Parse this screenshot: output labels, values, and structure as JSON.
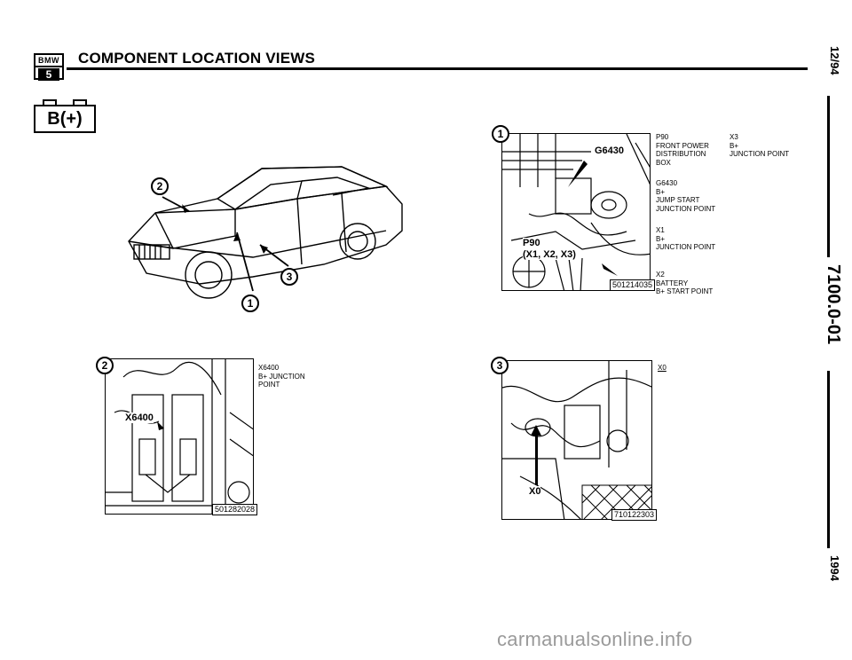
{
  "header": {
    "logo_brand": "BMW",
    "logo_series": "5",
    "title": "COMPONENT LOCATION VIEWS",
    "battery_icon": "B(+)"
  },
  "side": {
    "date": "12/94",
    "code": "7100.0-01",
    "year": "1994"
  },
  "car_view": {
    "callouts": [
      "1",
      "2",
      "3"
    ]
  },
  "panel1": {
    "number": "1",
    "labels": [
      "G6430",
      "P90",
      "(X1, X2, X3)"
    ],
    "photo_id": "501214035",
    "captions_left": [
      [
        "P90",
        "FRONT POWER",
        "DISTRIBUTION",
        "BOX"
      ],
      [
        "G6430",
        "B+",
        "JUMP START",
        "JUNCTION POINT"
      ],
      [
        "X1",
        "B+",
        "JUNCTION POINT"
      ],
      [
        "X2",
        "BATTERY",
        "B+ START POINT"
      ]
    ],
    "captions_right": [
      [
        "X3",
        "B+",
        "JUNCTION POINT"
      ]
    ]
  },
  "panel2": {
    "number": "2",
    "label": "X6400",
    "photo_id": "501282028",
    "caption": [
      "X6400",
      "B+ JUNCTION",
      "POINT"
    ]
  },
  "panel3": {
    "number": "3",
    "label": "X0",
    "photo_id": "710122303",
    "caption": [
      "X0"
    ]
  },
  "watermark": "carmanualsonline.info"
}
